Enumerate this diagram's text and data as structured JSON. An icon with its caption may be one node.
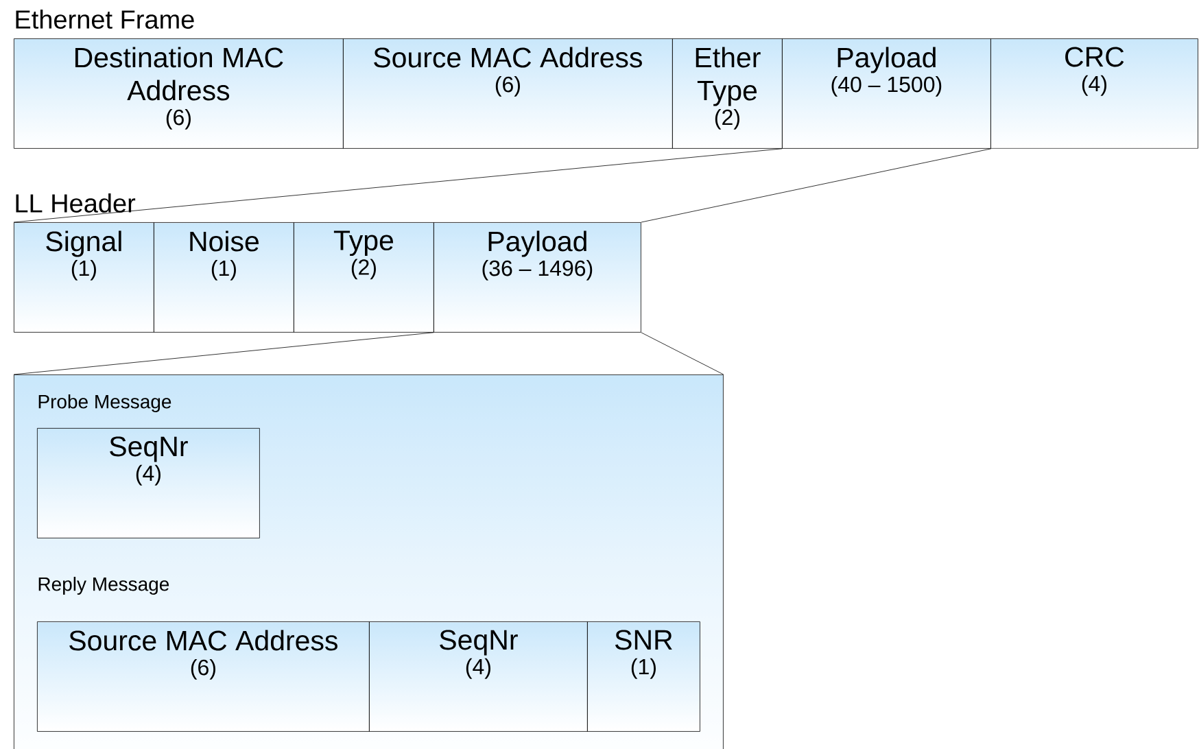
{
  "diagram": {
    "nodes": [
      {
        "text": [
          "Destination MAC Address",
          "(6)"
        ]
      },
      {
        "text": [
          "Source MAC Address",
          "(6)"
        ]
      },
      {
        "text": [
          "Ether Type",
          "(2)"
        ]
      },
      {
        "text": [
          "Payload",
          "(40 – 1500)"
        ]
      },
      {
        "text": [
          "CRC",
          "(4)"
        ]
      },
      {
        "text": [
          "Signal",
          "(1)"
        ]
      },
      {
        "text": [
          "Noise",
          "(1)"
        ]
      },
      {
        "text": [
          "Type",
          "(2)"
        ]
      },
      {
        "text": [
          "Payload",
          "(36 – 1496)"
        ]
      },
      {
        "text": [],
        "shape": "box"
      },
      {
        "text": [
          "SeqNr",
          "(4)"
        ],
        "in": 9
      },
      {
        "text": [
          "Source MAC Address",
          "(6)"
        ],
        "in": 9
      },
      {
        "text": [
          "SeqNr",
          "(4)"
        ],
        "in": 9
      },
      {
        "text": [
          "SNR",
          "(1)"
        ],
        "in": 9
      }
    ],
    "edges": [
      {
        "from": 3,
        "to": 5,
        "arrow": "none"
      },
      {
        "from": 3,
        "to": 8,
        "arrow": "none"
      },
      {
        "from": 8,
        "to": 9,
        "arrow": "none"
      },
      {
        "from": 8,
        "to": 9,
        "arrow": "none"
      }
    ],
    "labels": [
      "Ethernet Frame",
      "LL Header",
      "Probe Message",
      "Reply Message"
    ]
  }
}
